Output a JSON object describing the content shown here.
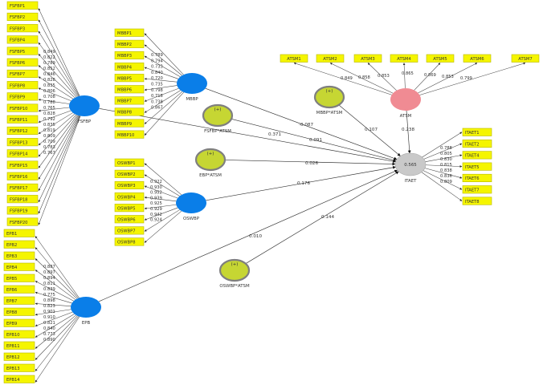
{
  "colors": {
    "exo": "#0a7ee8",
    "atsm": "#f08b93",
    "itaet": "#c9c9c9",
    "moderator": "#c6d633",
    "moderator_ring": "#7f7f7f",
    "indicator": "#f5f500"
  },
  "constructs": {
    "FSFBP": {
      "label": "FSFBP",
      "kind": "exo"
    },
    "MBBP": {
      "label": "MBBP",
      "kind": "exo"
    },
    "OSWBP": {
      "label": "OSWBP",
      "kind": "exo"
    },
    "EPB": {
      "label": "EPB",
      "kind": "exo"
    },
    "ATSM": {
      "label": "ATSM",
      "kind": "atsm"
    },
    "ITAET": {
      "label": "ITAET",
      "kind": "itaet",
      "r2": "0.565"
    },
    "MBBP_ATSM": {
      "label": "MBBP*ATSM",
      "kind": "mod",
      "symbol": "(+)"
    },
    "FSFBP_ATSM": {
      "label": "FSFBP*ATSM",
      "kind": "mod",
      "symbol": "(+)"
    },
    "EBP_ATSM": {
      "label": "EBP*ATSM",
      "kind": "mod",
      "symbol": "(+)"
    },
    "OSWBP_ATSM": {
      "label": "OSWBP*ATSM",
      "kind": "mod",
      "symbol": "(+)"
    }
  },
  "indicator_groups": {
    "FSFBP": {
      "items": [
        "FSFBP1",
        "FSFBP2",
        "FSFBP3",
        "FSFBP4",
        "FSFBP5",
        "FSFBP6",
        "FSFBP7",
        "FSFBP8",
        "FSFBP9",
        "FSFBP10",
        "FSFBP11",
        "FSFBP12",
        "FSFBP13",
        "FSFBP14",
        "FSFBP15",
        "FSFBP16",
        "FSFBP17",
        "FSFBP18",
        "FSFBP19",
        "FSFBP20"
      ],
      "weights": [
        "0.849",
        "0.822",
        "0.789",
        "0.852",
        "0.846",
        "0.828",
        "0.835",
        "0.806",
        "0.708",
        "0.788",
        "0.765",
        "0.828",
        "0.792",
        "0.835",
        "0.819",
        "0.809",
        "0.709",
        "0.783",
        "0.767"
      ]
    },
    "MBBP": {
      "items": [
        "MBBP1",
        "MBBP2",
        "MBBP3",
        "MBBP4",
        "MBBP5",
        "MBBP6",
        "MBBP7",
        "MBBP8",
        "MBBP9",
        "MBBP10"
      ],
      "weights": [
        "0.789",
        "0.794",
        "0.733",
        "0.840",
        "0.720",
        "0.735",
        "0.798",
        "0.718",
        "0.738",
        "0.867"
      ]
    },
    "OSWBP": {
      "items": [
        "OSWBP1",
        "OSWBP2",
        "OSWBP3",
        "OSWBP4",
        "OSWBP5",
        "OSWBP6",
        "OSWBP7",
        "OSWBP8"
      ],
      "weights": [
        "0.922",
        "0.930",
        "0.952",
        "0.939",
        "0.925",
        "0.929",
        "0.942",
        "0.924"
      ]
    },
    "EPB": {
      "items": [
        "EPB1",
        "EPB2",
        "EPB3",
        "EPB4",
        "EPB5",
        "EPB6",
        "EPB7",
        "EPB8",
        "EPB9",
        "EPB10",
        "EPB11",
        "EPB12",
        "EPB13",
        "EPB14"
      ],
      "weights": [
        "0.887",
        "0.897",
        "0.894",
        "0.811",
        "0.839",
        "0.775",
        "0.898",
        "0.823",
        "0.901",
        "0.910",
        "0.821",
        "0.840",
        "0.773",
        "0.890"
      ]
    },
    "ATSM": {
      "items": [
        "ATSM1",
        "ATSM2",
        "ATSM3",
        "ATSM4",
        "ATSM5",
        "ATSM6",
        "ATSM7"
      ],
      "weights": [
        "0.849",
        "0.858",
        "0.853",
        "0.865",
        "0.869",
        "0.853",
        "0.799"
      ]
    },
    "ITAET": {
      "items": [
        "ITAET1",
        "ITAET2",
        "ITAET4",
        "ITAET5",
        "ITAET6",
        "ITAET7",
        "ITAET8"
      ],
      "weights": [
        "0.788",
        "0.805",
        "0.830",
        "0.815",
        "0.838",
        "0.836",
        "0.809"
      ]
    }
  },
  "paths": [
    {
      "from": "FSFBP",
      "to": "ITAET",
      "coef": "0.371"
    },
    {
      "from": "MBBP",
      "to": "ITAET",
      "coef": "-0.087"
    },
    {
      "from": "MBBP_ATSM",
      "to": "ITAET",
      "coef": "0.107"
    },
    {
      "from": "ATSM",
      "to": "ITAET",
      "coef": "0.238"
    },
    {
      "from": "FSFBP_ATSM",
      "to": "ITAET",
      "coef": "0.091"
    },
    {
      "from": "EBP_ATSM",
      "to": "ITAET",
      "coef": "0.026"
    },
    {
      "from": "OSWBP",
      "to": "ITAET",
      "coef": "0.176"
    },
    {
      "from": "OSWBP_ATSM",
      "to": "ITAET",
      "coef": "0.144"
    },
    {
      "from": "EPB",
      "to": "ITAET",
      "coef": "0.010"
    }
  ]
}
